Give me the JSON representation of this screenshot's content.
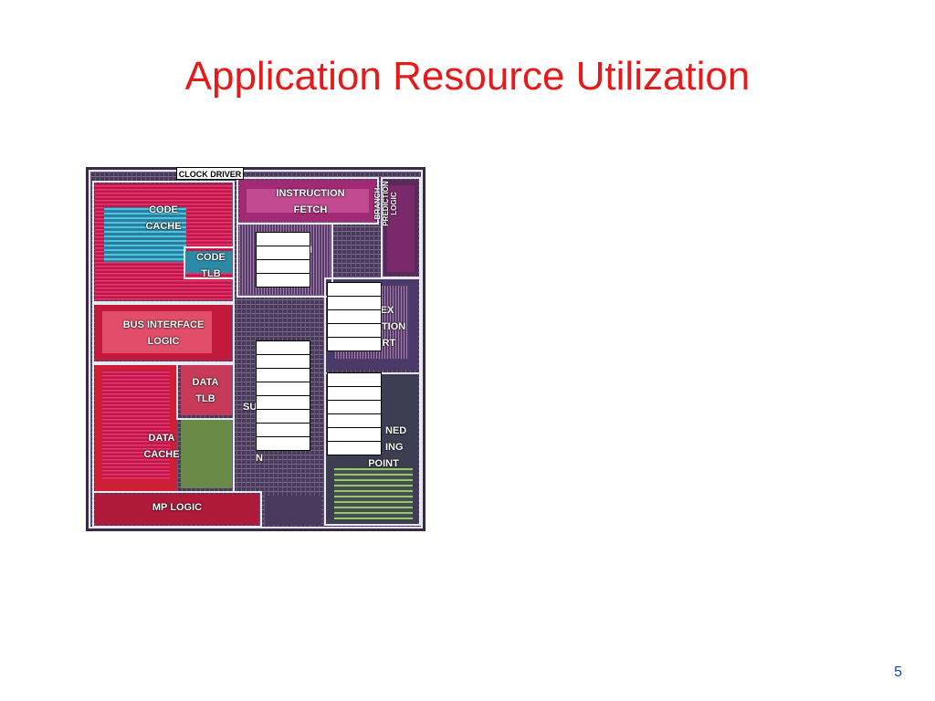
{
  "slide": {
    "title": "Application Resource Utilization",
    "title_color": "#e31b1b",
    "page_number": "5",
    "page_number_color": "#1f3fa8"
  },
  "die": {
    "clock_driver": "CLOCK DRIVER",
    "blocks": {
      "code_cache": [
        "CODE",
        "CACHE"
      ],
      "instruction_fetch": [
        "INSTRUCTION",
        "FETCH"
      ],
      "branch_prediction": [
        "BRANCH",
        "PREDICTION",
        "LOGIC"
      ],
      "code_tlb": [
        "CODE",
        "TLB"
      ],
      "instruction_decode_partial": "IN          ON",
      "bus_interface": [
        "BUS INTERFACE",
        "LOGIC"
      ],
      "complex_instruction_partial": [
        "LEX",
        "CTION",
        "ORT"
      ],
      "data_tlb": [
        "DATA",
        "TLB"
      ],
      "superscalar_partial": [
        "SU          ER",
        "N"
      ],
      "data_cache": [
        "DATA",
        "CACHE"
      ],
      "floating_point_partial": [
        "NED",
        "ING",
        "POINT"
      ],
      "mp_logic": "MP LOGIC"
    }
  },
  "utilization_stacks": [
    {
      "cells": 4
    },
    {
      "cells": 5
    },
    {
      "cells": 8
    },
    {
      "cells": 6
    }
  ]
}
